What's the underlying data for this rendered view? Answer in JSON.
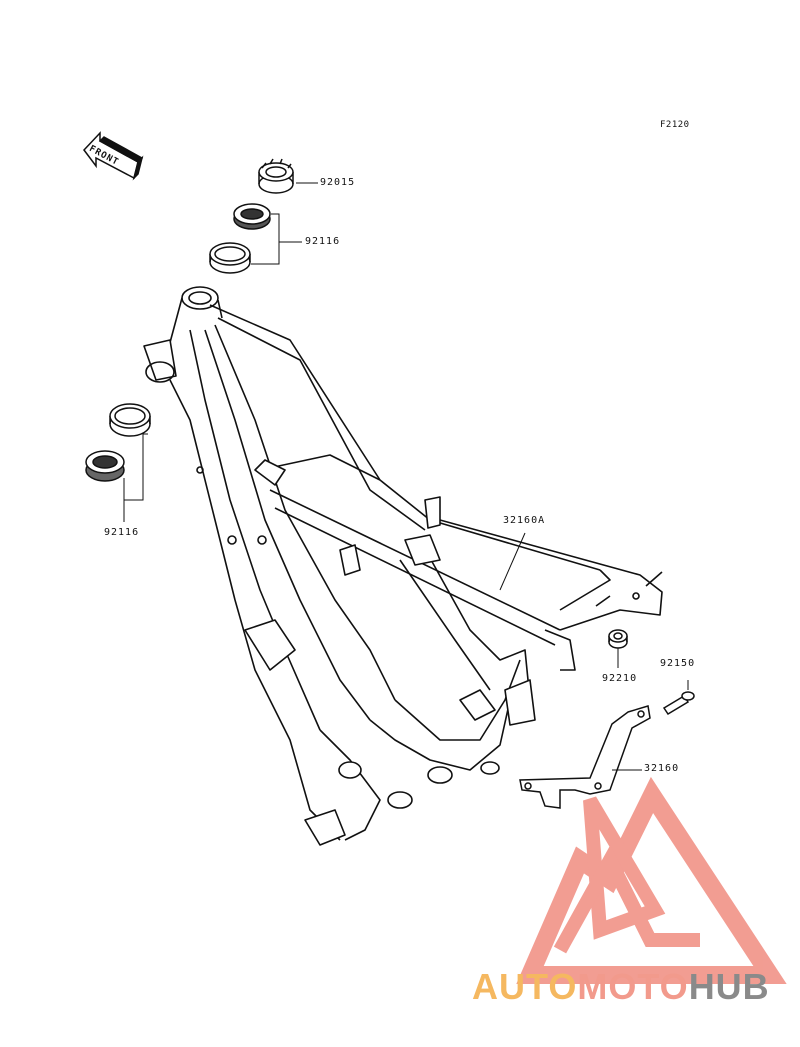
{
  "figure_id": "F2120",
  "front_label": "FRONT",
  "parts": {
    "steering_nut": "92015",
    "upper_bearing": "92116",
    "lower_bearing": "92116",
    "seat_rail": "32160A",
    "nut": "92210",
    "bolt": "92150",
    "bracket": "32160"
  },
  "watermark": {
    "part1": "AUTO",
    "part2": "MOTO",
    "part3": "HUB",
    "colors": {
      "auto": "#f5b860",
      "moto": "#f29a8c",
      "hub": "#8a8a8a",
      "logo": "#f08c80"
    }
  }
}
